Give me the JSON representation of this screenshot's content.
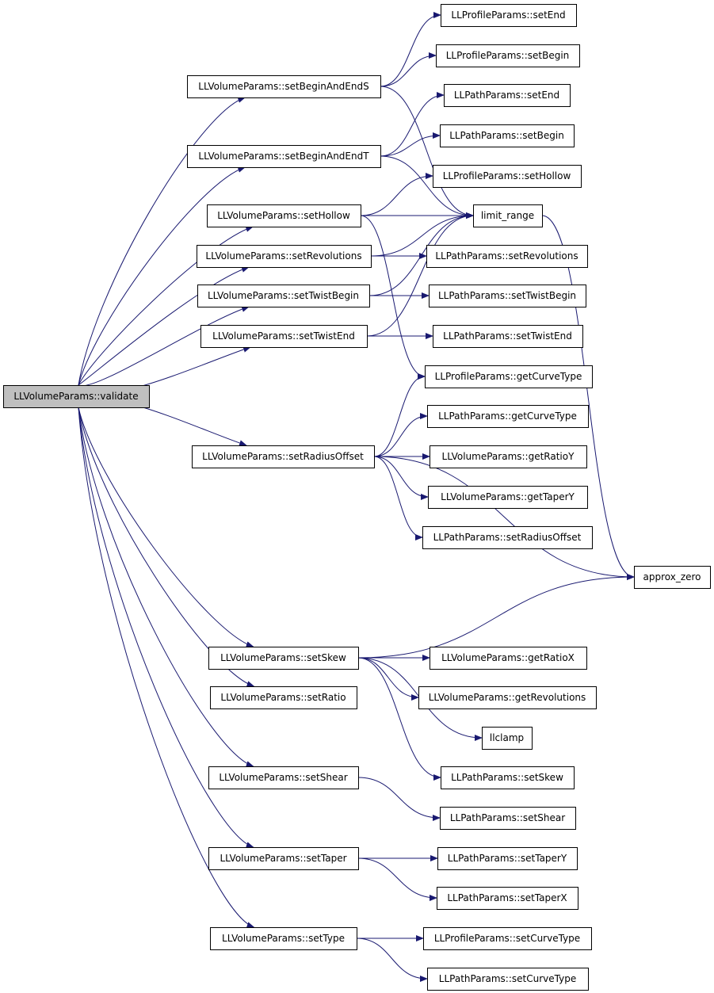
{
  "colors": {
    "edge": "#191970",
    "node_stroke": "#000000",
    "node_fill": "#ffffff",
    "root_fill": "#bfbfbf"
  },
  "nodes": [
    {
      "id": "validate",
      "label": "LLVolumeParams::validate",
      "root": true
    },
    {
      "id": "setBeginAndEndS",
      "label": "LLVolumeParams::setBeginAndEndS"
    },
    {
      "id": "setBeginAndEndT",
      "label": "LLVolumeParams::setBeginAndEndT"
    },
    {
      "id": "setHollow",
      "label": "LLVolumeParams::setHollow"
    },
    {
      "id": "setRevolutions",
      "label": "LLVolumeParams::setRevolutions"
    },
    {
      "id": "setTwistBegin",
      "label": "LLVolumeParams::setTwistBegin"
    },
    {
      "id": "setTwistEnd",
      "label": "LLVolumeParams::setTwistEnd"
    },
    {
      "id": "setRadiusOffset",
      "label": "LLVolumeParams::setRadiusOffset"
    },
    {
      "id": "setSkew",
      "label": "LLVolumeParams::setSkew"
    },
    {
      "id": "setRatio",
      "label": "LLVolumeParams::setRatio"
    },
    {
      "id": "setShear",
      "label": "LLVolumeParams::setShear"
    },
    {
      "id": "setTaper",
      "label": "LLVolumeParams::setTaper"
    },
    {
      "id": "setType",
      "label": "LLVolumeParams::setType"
    },
    {
      "id": "prof_setEnd",
      "label": "LLProfileParams::setEnd"
    },
    {
      "id": "prof_setBegin",
      "label": "LLProfileParams::setBegin"
    },
    {
      "id": "path_setEnd",
      "label": "LLPathParams::setEnd"
    },
    {
      "id": "path_setBegin",
      "label": "LLPathParams::setBegin"
    },
    {
      "id": "prof_setHollow",
      "label": "LLProfileParams::setHollow"
    },
    {
      "id": "limit_range",
      "label": "limit_range"
    },
    {
      "id": "path_setRevolutions",
      "label": "LLPathParams::setRevolutions"
    },
    {
      "id": "path_setTwistBegin",
      "label": "LLPathParams::setTwistBegin"
    },
    {
      "id": "path_setTwistEnd",
      "label": "LLPathParams::setTwistEnd"
    },
    {
      "id": "prof_getCurveType",
      "label": "LLProfileParams::getCurveType"
    },
    {
      "id": "path_getCurveType",
      "label": "LLPathParams::getCurveType"
    },
    {
      "id": "vol_getRatioY",
      "label": "LLVolumeParams::getRatioY"
    },
    {
      "id": "vol_getTaperY",
      "label": "LLVolumeParams::getTaperY"
    },
    {
      "id": "path_setRadiusOffset",
      "label": "LLPathParams::setRadiusOffset"
    },
    {
      "id": "approx_zero",
      "label": "approx_zero"
    },
    {
      "id": "vol_getRatioX",
      "label": "LLVolumeParams::getRatioX"
    },
    {
      "id": "vol_getRevolutions",
      "label": "LLVolumeParams::getRevolutions"
    },
    {
      "id": "llclamp",
      "label": "llclamp"
    },
    {
      "id": "path_setSkew",
      "label": "LLPathParams::setSkew"
    },
    {
      "id": "path_setShear",
      "label": "LLPathParams::setShear"
    },
    {
      "id": "path_setTaperY",
      "label": "LLPathParams::setTaperY"
    },
    {
      "id": "path_setTaperX",
      "label": "LLPathParams::setTaperX"
    },
    {
      "id": "prof_setCurveType",
      "label": "LLProfileParams::setCurveType"
    },
    {
      "id": "path_setCurveType",
      "label": "LLPathParams::setCurveType"
    }
  ],
  "edges": [
    [
      "validate",
      "setBeginAndEndS"
    ],
    [
      "validate",
      "setBeginAndEndT"
    ],
    [
      "validate",
      "setHollow"
    ],
    [
      "validate",
      "setRevolutions"
    ],
    [
      "validate",
      "setTwistBegin"
    ],
    [
      "validate",
      "setTwistEnd"
    ],
    [
      "validate",
      "setRadiusOffset"
    ],
    [
      "validate",
      "setSkew"
    ],
    [
      "validate",
      "setRatio"
    ],
    [
      "validate",
      "setShear"
    ],
    [
      "validate",
      "setTaper"
    ],
    [
      "validate",
      "setType"
    ],
    [
      "setBeginAndEndS",
      "prof_setEnd"
    ],
    [
      "setBeginAndEndS",
      "prof_setBegin"
    ],
    [
      "setBeginAndEndS",
      "limit_range"
    ],
    [
      "setBeginAndEndT",
      "path_setEnd"
    ],
    [
      "setBeginAndEndT",
      "path_setBegin"
    ],
    [
      "setBeginAndEndT",
      "limit_range"
    ],
    [
      "setHollow",
      "prof_setHollow"
    ],
    [
      "setHollow",
      "limit_range"
    ],
    [
      "setHollow",
      "prof_getCurveType"
    ],
    [
      "setRevolutions",
      "limit_range"
    ],
    [
      "setRevolutions",
      "path_setRevolutions"
    ],
    [
      "setTwistBegin",
      "limit_range"
    ],
    [
      "setTwistBegin",
      "path_setTwistBegin"
    ],
    [
      "setTwistEnd",
      "limit_range"
    ],
    [
      "setTwistEnd",
      "path_setTwistEnd"
    ],
    [
      "setRadiusOffset",
      "prof_getCurveType"
    ],
    [
      "setRadiusOffset",
      "path_getCurveType"
    ],
    [
      "setRadiusOffset",
      "vol_getRatioY"
    ],
    [
      "setRadiusOffset",
      "vol_getTaperY"
    ],
    [
      "setRadiusOffset",
      "path_setRadiusOffset"
    ],
    [
      "setRadiusOffset",
      "approx_zero"
    ],
    [
      "limit_range",
      "approx_zero"
    ],
    [
      "setSkew",
      "approx_zero"
    ],
    [
      "setSkew",
      "vol_getRatioX"
    ],
    [
      "setSkew",
      "vol_getRevolutions"
    ],
    [
      "setSkew",
      "llclamp"
    ],
    [
      "setSkew",
      "path_setSkew"
    ],
    [
      "setShear",
      "path_setShear"
    ],
    [
      "setTaper",
      "path_setTaperY"
    ],
    [
      "setTaper",
      "path_setTaperX"
    ],
    [
      "setType",
      "prof_setCurveType"
    ],
    [
      "setType",
      "path_setCurveType"
    ]
  ]
}
